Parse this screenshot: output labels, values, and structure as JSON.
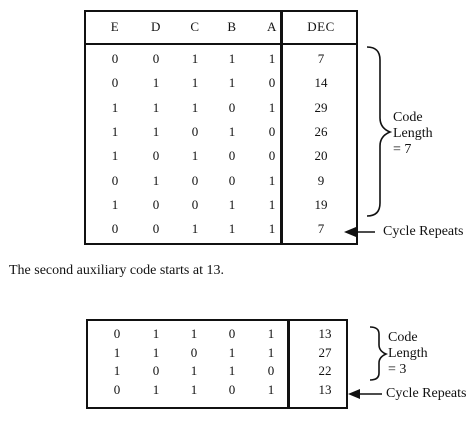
{
  "table1": {
    "headers": [
      "E",
      "D",
      "C",
      "B",
      "A",
      "DEC"
    ],
    "rows": [
      [
        "0",
        "0",
        "1",
        "1",
        "1",
        "7"
      ],
      [
        "0",
        "1",
        "1",
        "1",
        "0",
        "14"
      ],
      [
        "1",
        "1",
        "1",
        "0",
        "1",
        "29"
      ],
      [
        "1",
        "1",
        "0",
        "1",
        "0",
        "26"
      ],
      [
        "1",
        "0",
        "1",
        "0",
        "0",
        "20"
      ],
      [
        "0",
        "1",
        "0",
        "0",
        "1",
        "9"
      ],
      [
        "1",
        "0",
        "0",
        "1",
        "1",
        "19"
      ],
      [
        "0",
        "0",
        "1",
        "1",
        "1",
        "7"
      ]
    ],
    "brace_note": [
      "Code",
      "Length",
      "= 7"
    ],
    "cycle_note": "Cycle Repeats"
  },
  "caption": "The second auxiliary code starts at 13.",
  "table2": {
    "rows": [
      [
        "0",
        "1",
        "1",
        "0",
        "1",
        "13"
      ],
      [
        "1",
        "1",
        "0",
        "1",
        "1",
        "27"
      ],
      [
        "1",
        "0",
        "1",
        "1",
        "0",
        "22"
      ],
      [
        "0",
        "1",
        "1",
        "0",
        "1",
        "13"
      ]
    ],
    "brace_note": [
      "Code",
      "Length",
      "= 3"
    ],
    "cycle_note": "Cycle Repeats"
  }
}
